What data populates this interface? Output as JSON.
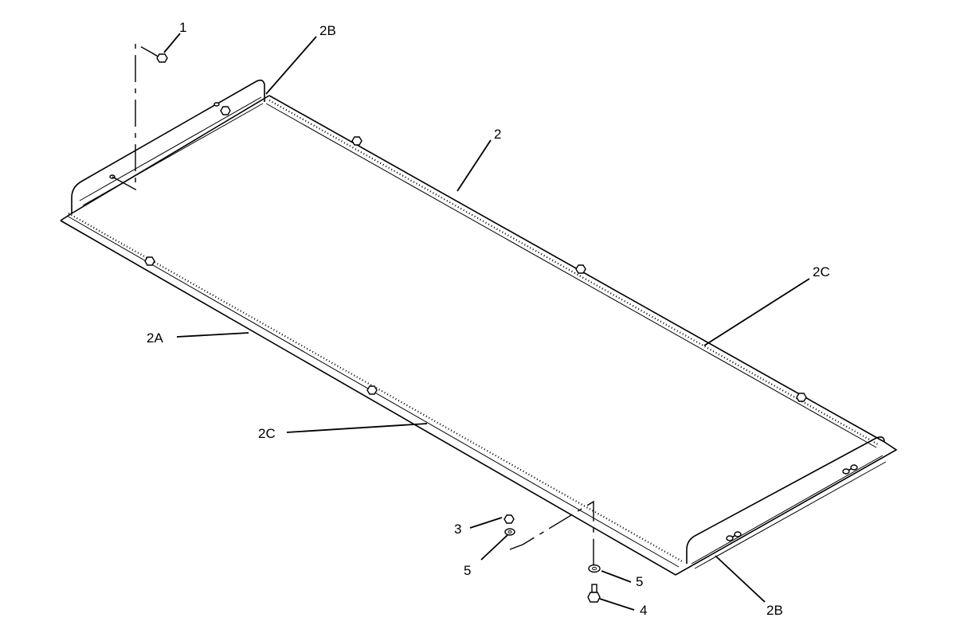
{
  "callouts": {
    "item_1": "1",
    "item_2": "2",
    "item_2a": "2A",
    "item_2b_top": "2B",
    "item_2b_bottom": "2B",
    "item_2c_right": "2C",
    "item_2c_left": "2C",
    "item_3": "3",
    "item_4": "4",
    "item_5_left": "5",
    "item_5_right": "5"
  },
  "colors": {
    "line": "#000000",
    "background": "#ffffff"
  }
}
